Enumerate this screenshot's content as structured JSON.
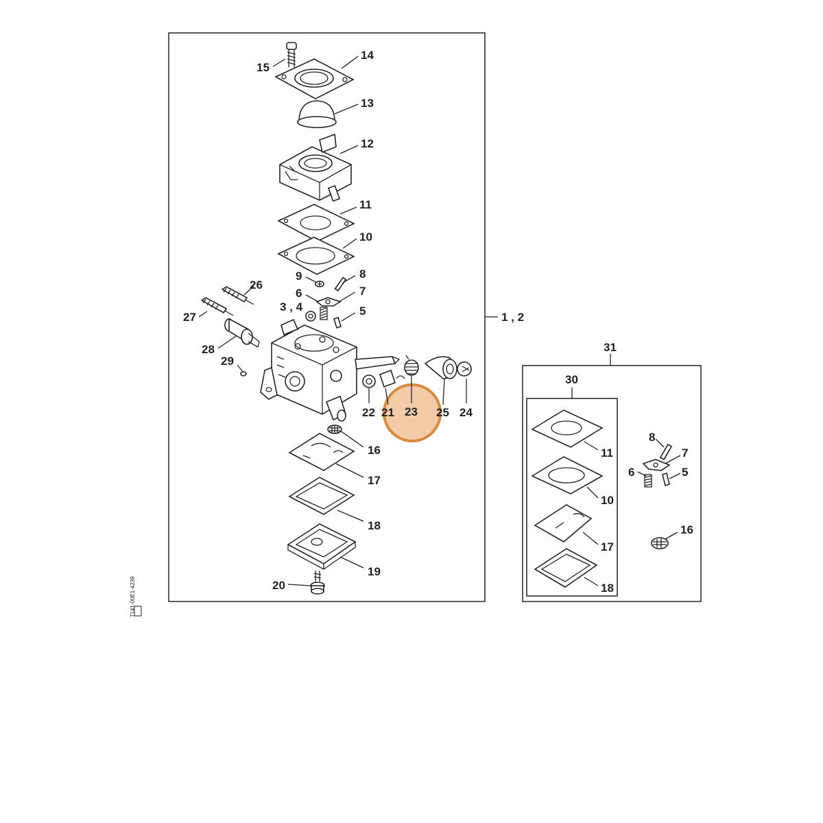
{
  "labels": {
    "l15": "15",
    "l14": "14",
    "l13": "13",
    "l12": "12",
    "l11": "11",
    "l10": "10",
    "l9": "9",
    "l8": "8",
    "l6": "6",
    "l7": "7",
    "l34": "3 , 4",
    "l5": "5",
    "l26": "26",
    "l27": "27",
    "l28": "28",
    "l29": "29",
    "l22": "22",
    "l21": "21",
    "l23": "23",
    "l25": "25",
    "l24": "24",
    "l16": "16",
    "l17": "17",
    "l18": "18",
    "l19": "19",
    "l20": "20",
    "l12main": "1 , 2"
  },
  "kit": {
    "l31": "31",
    "l30": "30",
    "l11": "11",
    "l10": "10",
    "l17": "17",
    "l18": "18",
    "l8": "8",
    "l7": "7",
    "l6": "6",
    "l5": "5",
    "l16": "16"
  },
  "side_code": "7141-00E1-4239",
  "highlight": {
    "part": "23",
    "color": "#d98a3a",
    "fill": "#f0c39a"
  }
}
